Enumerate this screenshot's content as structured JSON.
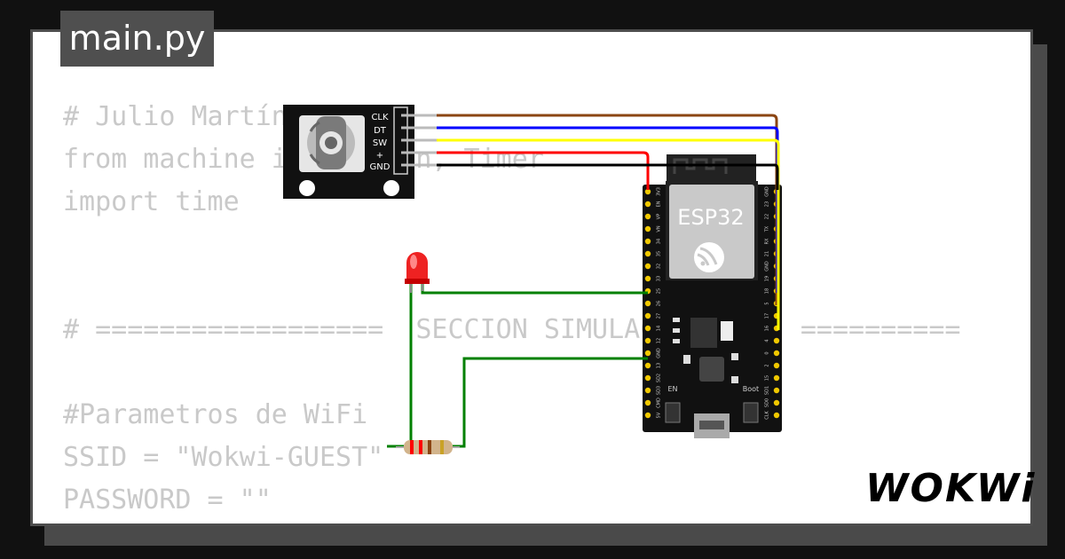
{
  "file_tab": {
    "label": "main.py"
  },
  "code_lines": [
    "# Julio Martín",
    "from machine import Pin, Timer",
    "import time",
    "",
    "",
    "# ==================  SECCION SIMULACION WIFI ==========",
    "",
    "#Parametros de WiFi",
    "SSID = \"Wokwi-GUEST\"",
    "PASSWORD = \"\""
  ],
  "encoder": {
    "pins": [
      "CLK",
      "DT",
      "SW",
      "+",
      "GND"
    ]
  },
  "esp32": {
    "label": "ESP32",
    "left_pins": [
      "3V3",
      "EN",
      "VP",
      "VN",
      "34",
      "35",
      "32",
      "33",
      "25",
      "26",
      "27",
      "14",
      "12",
      "GND",
      "13",
      "SD2",
      "SD3",
      "CMD",
      "5V"
    ],
    "right_pins": [
      "GND",
      "23",
      "22",
      "TX",
      "RX",
      "21",
      "GND",
      "19",
      "18",
      "5",
      "17",
      "16",
      "4",
      "0",
      "2",
      "15",
      "SD1",
      "SD0",
      "CLK"
    ],
    "button_en": "EN",
    "button_boot": "Boot"
  },
  "wires": {
    "clk": "#8b4513",
    "dt": "#0000ff",
    "sw": "#ffff00",
    "vcc": "#ff0000",
    "gnd": "#000000",
    "led": "#008000"
  },
  "brand": {
    "logo": "WOKWi"
  }
}
